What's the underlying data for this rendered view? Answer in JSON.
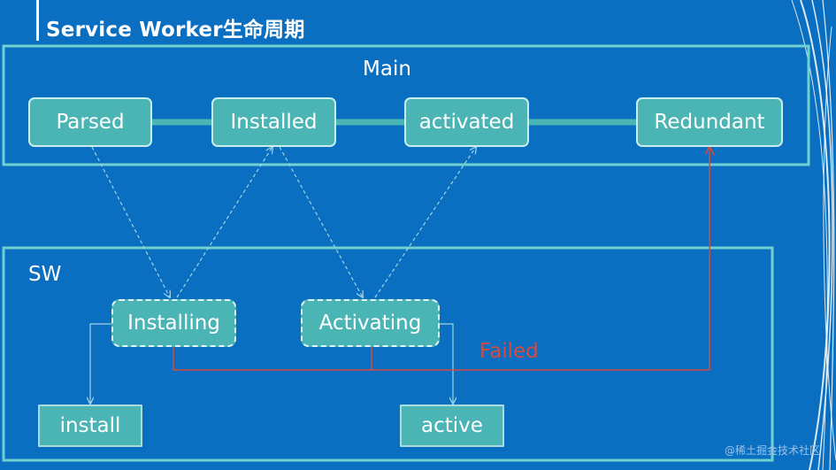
{
  "title": "Service Worker生命周期",
  "panels": {
    "main": {
      "label": "Main"
    },
    "sw": {
      "label": "SW"
    }
  },
  "main_states": {
    "parsed": "Parsed",
    "installed": "Installed",
    "activated": "activated",
    "redundant": "Redundant"
  },
  "sw_phases": {
    "installing": "Installing",
    "activating": "Activating"
  },
  "sw_events": {
    "install": "install",
    "active": "active"
  },
  "failed_label": "Failed",
  "watermark": "@稀土掘金技术社区",
  "colors": {
    "background": "#0a6fc0",
    "panel_border": "#6fd0d0",
    "node_fill": "#4bb4b4",
    "connector": "#4bb4b4",
    "failed": "#d84a3e"
  }
}
